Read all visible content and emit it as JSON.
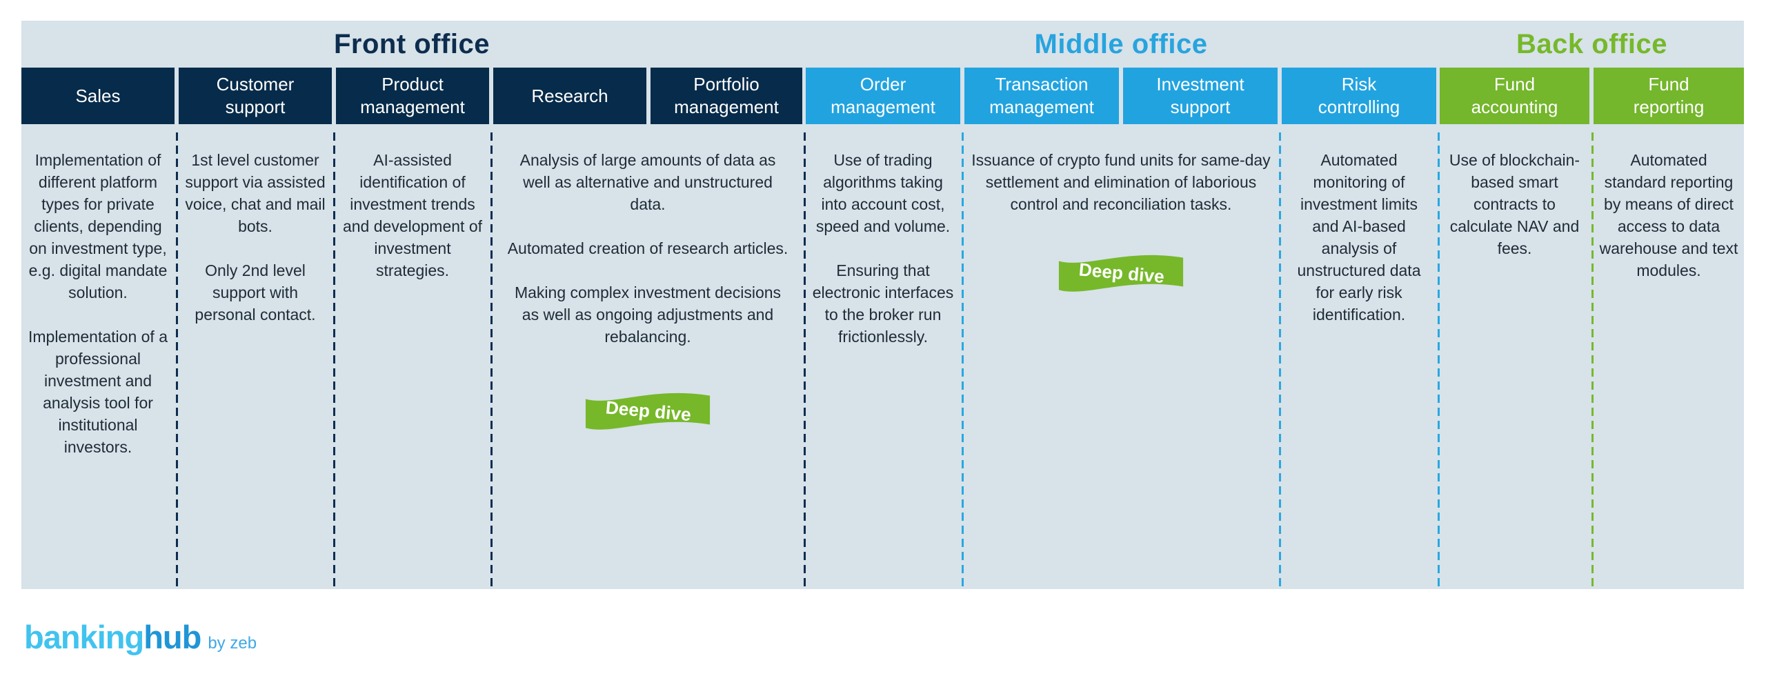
{
  "colors": {
    "panel_background": "#d7e2e9",
    "front_office_navy": "#072b4a",
    "middle_office_blue": "#21a3e0",
    "back_office_green": "#74b62c",
    "body_text": "#1f2b35",
    "badge_green": "#76b82a"
  },
  "sections": [
    {
      "label": "Front office",
      "accent": "#0d2d4e"
    },
    {
      "label": "Middle office",
      "accent": "#27a4de"
    },
    {
      "label": "Back office",
      "accent": "#76b82a"
    }
  ],
  "columns": [
    {
      "label": "Sales"
    },
    {
      "label": "Customer support"
    },
    {
      "label": "Product management"
    },
    {
      "label": "Research"
    },
    {
      "label": "Portfolio management"
    },
    {
      "label": "Order management"
    },
    {
      "label": "Transaction management"
    },
    {
      "label": "Investment support"
    },
    {
      "label": "Risk controlling"
    },
    {
      "label": "Fund accounting"
    },
    {
      "label": "Fund reporting"
    }
  ],
  "blocks": [
    {
      "column": "Sales",
      "paragraphs": [
        "Implementation of different platform types for private clients, depending on investment type, e.g. digital mandate solution.",
        "Implementation of a professional investment and analysis tool for institutional investors."
      ]
    },
    {
      "column": "Customer support",
      "paragraphs": [
        "1st level customer support via assisted voice, chat and mail bots.",
        "Only 2nd level support with personal contact."
      ]
    },
    {
      "column": "Product management",
      "paragraphs": [
        "AI-assisted identification of investment trends and development of investment strategies."
      ]
    },
    {
      "column": "Research / Portfolio management",
      "paragraphs": [
        "Analysis of large amounts of data as well as alternative and unstructured data.",
        "Automated creation of research articles.",
        "Making complex investment decisions as well as ongoing adjustments and rebalancing."
      ]
    },
    {
      "column": "Order management",
      "paragraphs": [
        "Use of trading algorithms taking into account cost, speed and volume.",
        "Ensuring that electronic interfaces to the broker run frictionlessly."
      ]
    },
    {
      "column": "Transaction management / Investment support",
      "paragraphs": [
        "Issuance of crypto fund units for same-day settlement and elimination of laborious control and reconciliation tasks."
      ]
    },
    {
      "column": "Risk controlling",
      "paragraphs": [
        "Automated monitoring of investment limits and AI-based analysis of unstructured data for early risk identification."
      ]
    },
    {
      "column": "Fund accounting",
      "paragraphs": [
        "Use of blockchain-based smart contracts to calculate NAV and fees."
      ]
    },
    {
      "column": "Fund reporting",
      "paragraphs": [
        "Automated standard reporting by means of direct access to data warehouse and text modules."
      ]
    }
  ],
  "badge": {
    "label": "Deep dive",
    "color": "#76b82a"
  },
  "logo": {
    "part1": "banking",
    "part2": "hub",
    "byline": "by zeb"
  }
}
